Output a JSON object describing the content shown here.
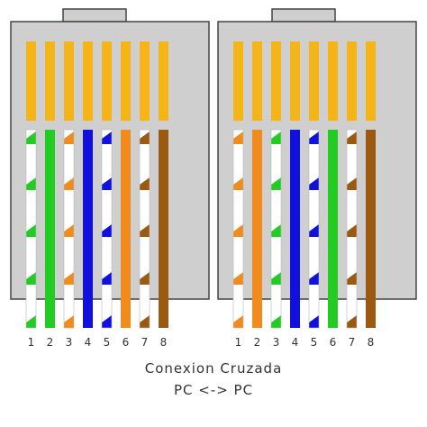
{
  "caption": {
    "title": "Conexion Cruzada",
    "subtitle": "PC <-> PC"
  },
  "pin_numbers": [
    "1",
    "2",
    "3",
    "4",
    "5",
    "6",
    "7",
    "8"
  ],
  "colors": {
    "white": "#ffffff",
    "orange": "#f08c1e",
    "green": "#22cc22",
    "blue": "#1111dd",
    "brown": "#9a5a12",
    "contact_gold": "#f5b418",
    "housing": "#cfcfcf",
    "outline": "#444444"
  },
  "connectors": [
    {
      "name": "left-connector",
      "wires": [
        {
          "base": "white",
          "stripe": "green"
        },
        {
          "base": "green",
          "stripe": null
        },
        {
          "base": "white",
          "stripe": "orange"
        },
        {
          "base": "blue",
          "stripe": null
        },
        {
          "base": "white",
          "stripe": "blue"
        },
        {
          "base": "orange",
          "stripe": null
        },
        {
          "base": "white",
          "stripe": "brown"
        },
        {
          "base": "brown",
          "stripe": null
        }
      ]
    },
    {
      "name": "right-connector",
      "wires": [
        {
          "base": "white",
          "stripe": "orange"
        },
        {
          "base": "orange",
          "stripe": null
        },
        {
          "base": "white",
          "stripe": "green"
        },
        {
          "base": "blue",
          "stripe": null
        },
        {
          "base": "white",
          "stripe": "blue"
        },
        {
          "base": "green",
          "stripe": null
        },
        {
          "base": "white",
          "stripe": "brown"
        },
        {
          "base": "brown",
          "stripe": null
        }
      ]
    }
  ]
}
